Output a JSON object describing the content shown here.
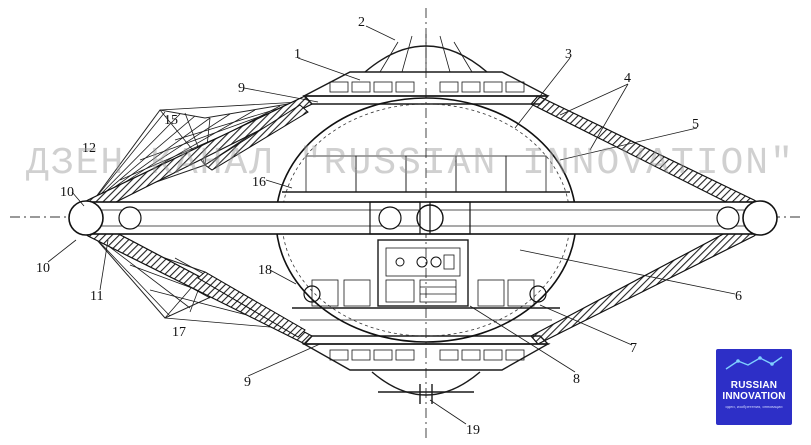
{
  "watermark": "ДЗЕН КАНАЛ \"RUSSIAN INNOVATION\"",
  "logo": {
    "line1": "RUSSIAN",
    "line2": "INNOVATION",
    "sub": "идеи, изобретения, инновации"
  },
  "labels": {
    "n1": "1",
    "n2": "2",
    "n3": "3",
    "n4": "4",
    "n5": "5",
    "n6": "6",
    "n7": "7",
    "n8": "8",
    "n9a": "9",
    "n9b": "9",
    "n10a": "10",
    "n10b": "10",
    "n11": "11",
    "n12": "12",
    "n15": "15",
    "n16": "16",
    "n17": "17",
    "n18": "18",
    "n19": "19"
  }
}
